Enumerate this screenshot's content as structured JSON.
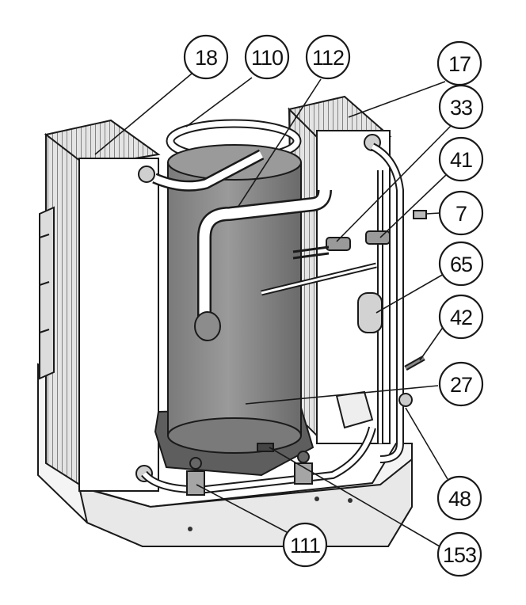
{
  "callouts": [
    {
      "id": "c18",
      "label": "18"
    },
    {
      "id": "c110",
      "label": "110"
    },
    {
      "id": "c112",
      "label": "112"
    },
    {
      "id": "c17",
      "label": "17"
    },
    {
      "id": "c33",
      "label": "33"
    },
    {
      "id": "c41",
      "label": "41"
    },
    {
      "id": "c7",
      "label": "7"
    },
    {
      "id": "c65",
      "label": "65"
    },
    {
      "id": "c42",
      "label": "42"
    },
    {
      "id": "c27",
      "label": "27"
    },
    {
      "id": "c48",
      "label": "48"
    },
    {
      "id": "c111",
      "label": "111"
    },
    {
      "id": "c153",
      "label": "153"
    }
  ],
  "colors": {
    "compressor": "#8d8d8d",
    "compressor_dark": "#6f6f6f",
    "panel": "#ffffff",
    "fins": "#d9d9d9",
    "outline": "#1a1a1a",
    "base_plate": "#5e5e5e"
  }
}
